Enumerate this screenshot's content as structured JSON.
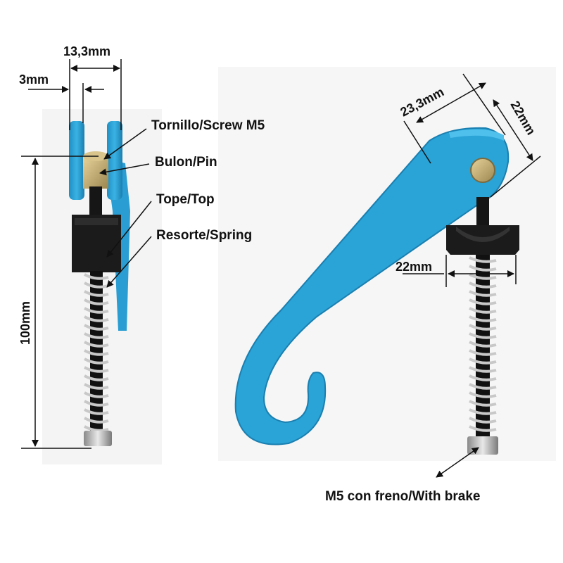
{
  "dimensions": {
    "width_outer": "13,3mm",
    "width_gap": "3mm",
    "height_total": "100mm",
    "arm_length": "23,3mm",
    "arm_width": "22mm",
    "top_width": "22mm"
  },
  "callouts": {
    "screw": "Tornillo/Screw M5",
    "pin": "Bulon/Pin",
    "top": "Tope/Top",
    "spring": "Resorte/Spring",
    "nut": "M5 con freno/With brake"
  },
  "colors": {
    "aluminum_blue": "#2aa3d6",
    "aluminum_dark": "#1a7fb0",
    "rubber_black": "#1b1b1b",
    "steel": "#b9b9b9",
    "brass": "#c9b27a"
  }
}
